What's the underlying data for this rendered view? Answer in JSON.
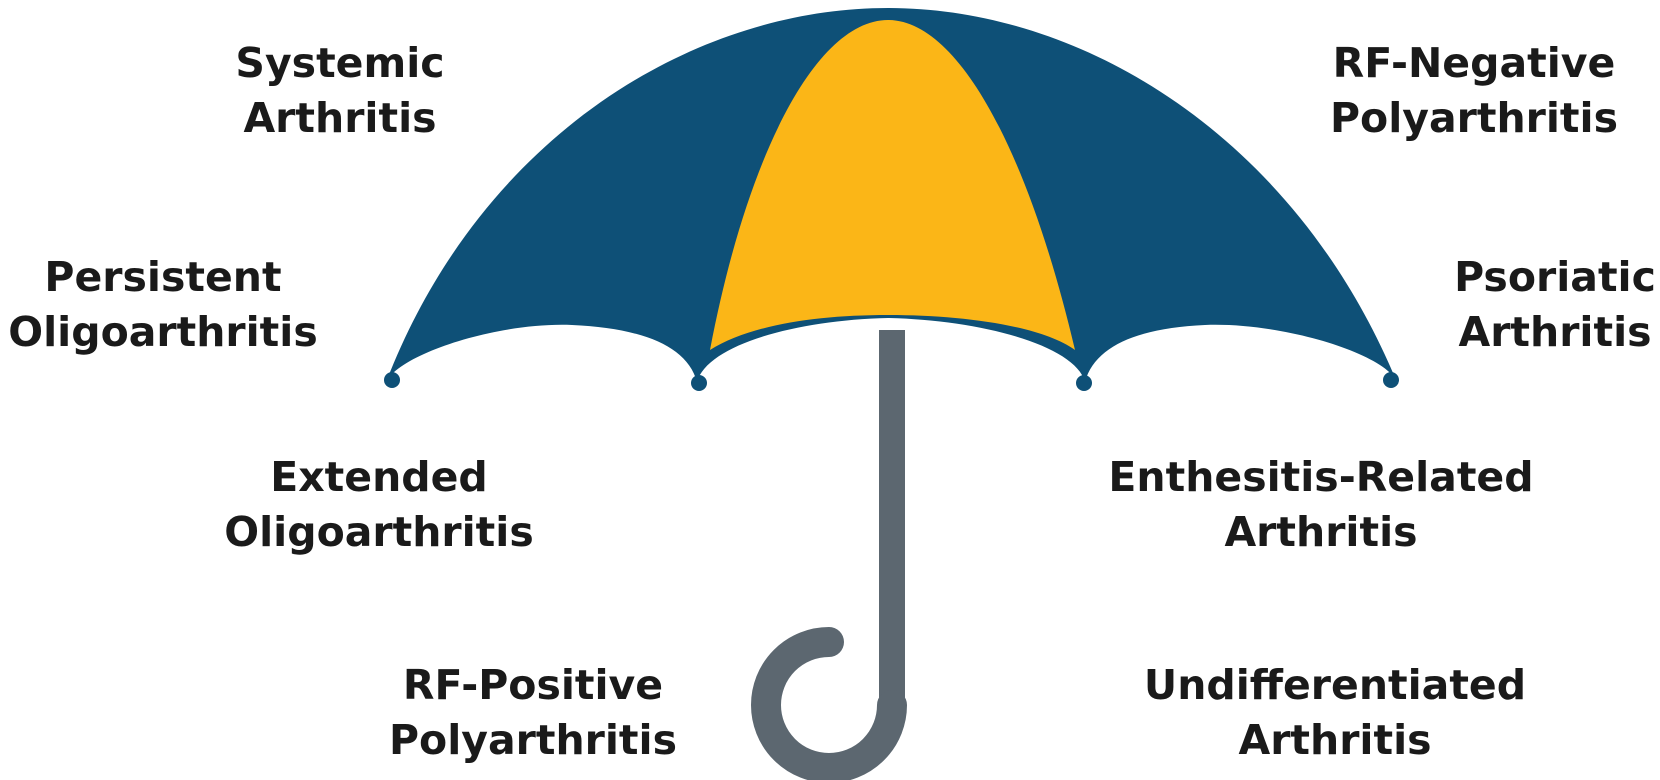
{
  "diagram": {
    "colors": {
      "canopy_dark": "#0e5077",
      "canopy_center": "#fbb617",
      "handle": "#5c6770",
      "text": "#1a1a1a",
      "background": "#ffffff"
    },
    "labels": {
      "systemic": {
        "line1": "Systemic",
        "line2": "Arthritis"
      },
      "persistent_oligo": {
        "line1": "Persistent",
        "line2": "Oligoarthritis"
      },
      "extended_oligo": {
        "line1": "Extended",
        "line2": "Oligoarthritis"
      },
      "rf_positive": {
        "line1": "RF-Positive",
        "line2": "Polyarthritis"
      },
      "rf_negative": {
        "line1": "RF-Negative",
        "line2": "Polyarthritis"
      },
      "psoriatic": {
        "line1": "Psoriatic",
        "line2": "Arthritis"
      },
      "enthesitis": {
        "line1": "Enthesitis-Related",
        "line2": "Arthritis"
      },
      "undifferentiated": {
        "line1": "Undifferentiated",
        "line2": "Arthritis"
      }
    }
  }
}
